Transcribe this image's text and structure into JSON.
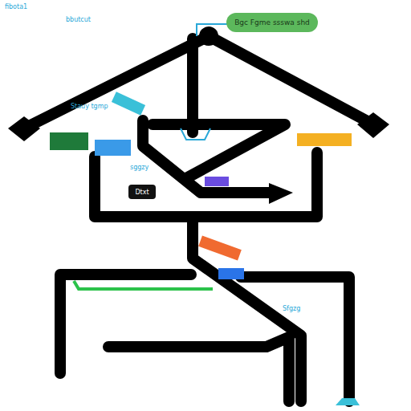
{
  "diagram": {
    "nodes": [
      {
        "text": [
          "Bgc Fgme ssswa shd"
        ]
      },
      {
        "text": [
          "Dtxt"
        ]
      }
    ],
    "labels": [
      "fibota1",
      "bbutcut",
      "Stauy tgmp",
      "sggzy",
      "Sfgzg"
    ]
  }
}
